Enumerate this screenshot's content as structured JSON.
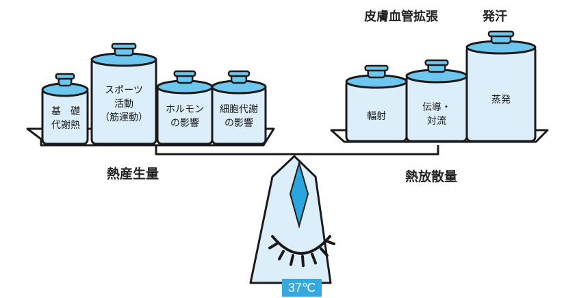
{
  "top_labels": {
    "vasodilation": "皮膚血管拡張",
    "sweating": "発汗"
  },
  "left": {
    "title": "熱産生量",
    "jars": [
      {
        "lines": [
          "基　礎",
          "代謝熱"
        ]
      },
      {
        "lines": [
          "スポーツ",
          "活動",
          "（筋運動）"
        ]
      },
      {
        "lines": [
          "ホルモン",
          "の影響"
        ]
      },
      {
        "lines": [
          "細胞代謝",
          "の影響"
        ]
      }
    ]
  },
  "right": {
    "title": "熱放散量",
    "jars": [
      {
        "lines": [
          "輻射"
        ]
      },
      {
        "lines": [
          "伝導・",
          "対流"
        ]
      },
      {
        "lines": [
          "蒸発"
        ]
      }
    ]
  },
  "temperature": "37℃",
  "colors": {
    "jar_fill": "#dceef9",
    "jar_lid": "#6cc6ee",
    "fulcrum_fill": "#dceef9",
    "diamond": "#2aa6de",
    "badge": "#36a9e1",
    "outline": "#1a1a1a"
  }
}
